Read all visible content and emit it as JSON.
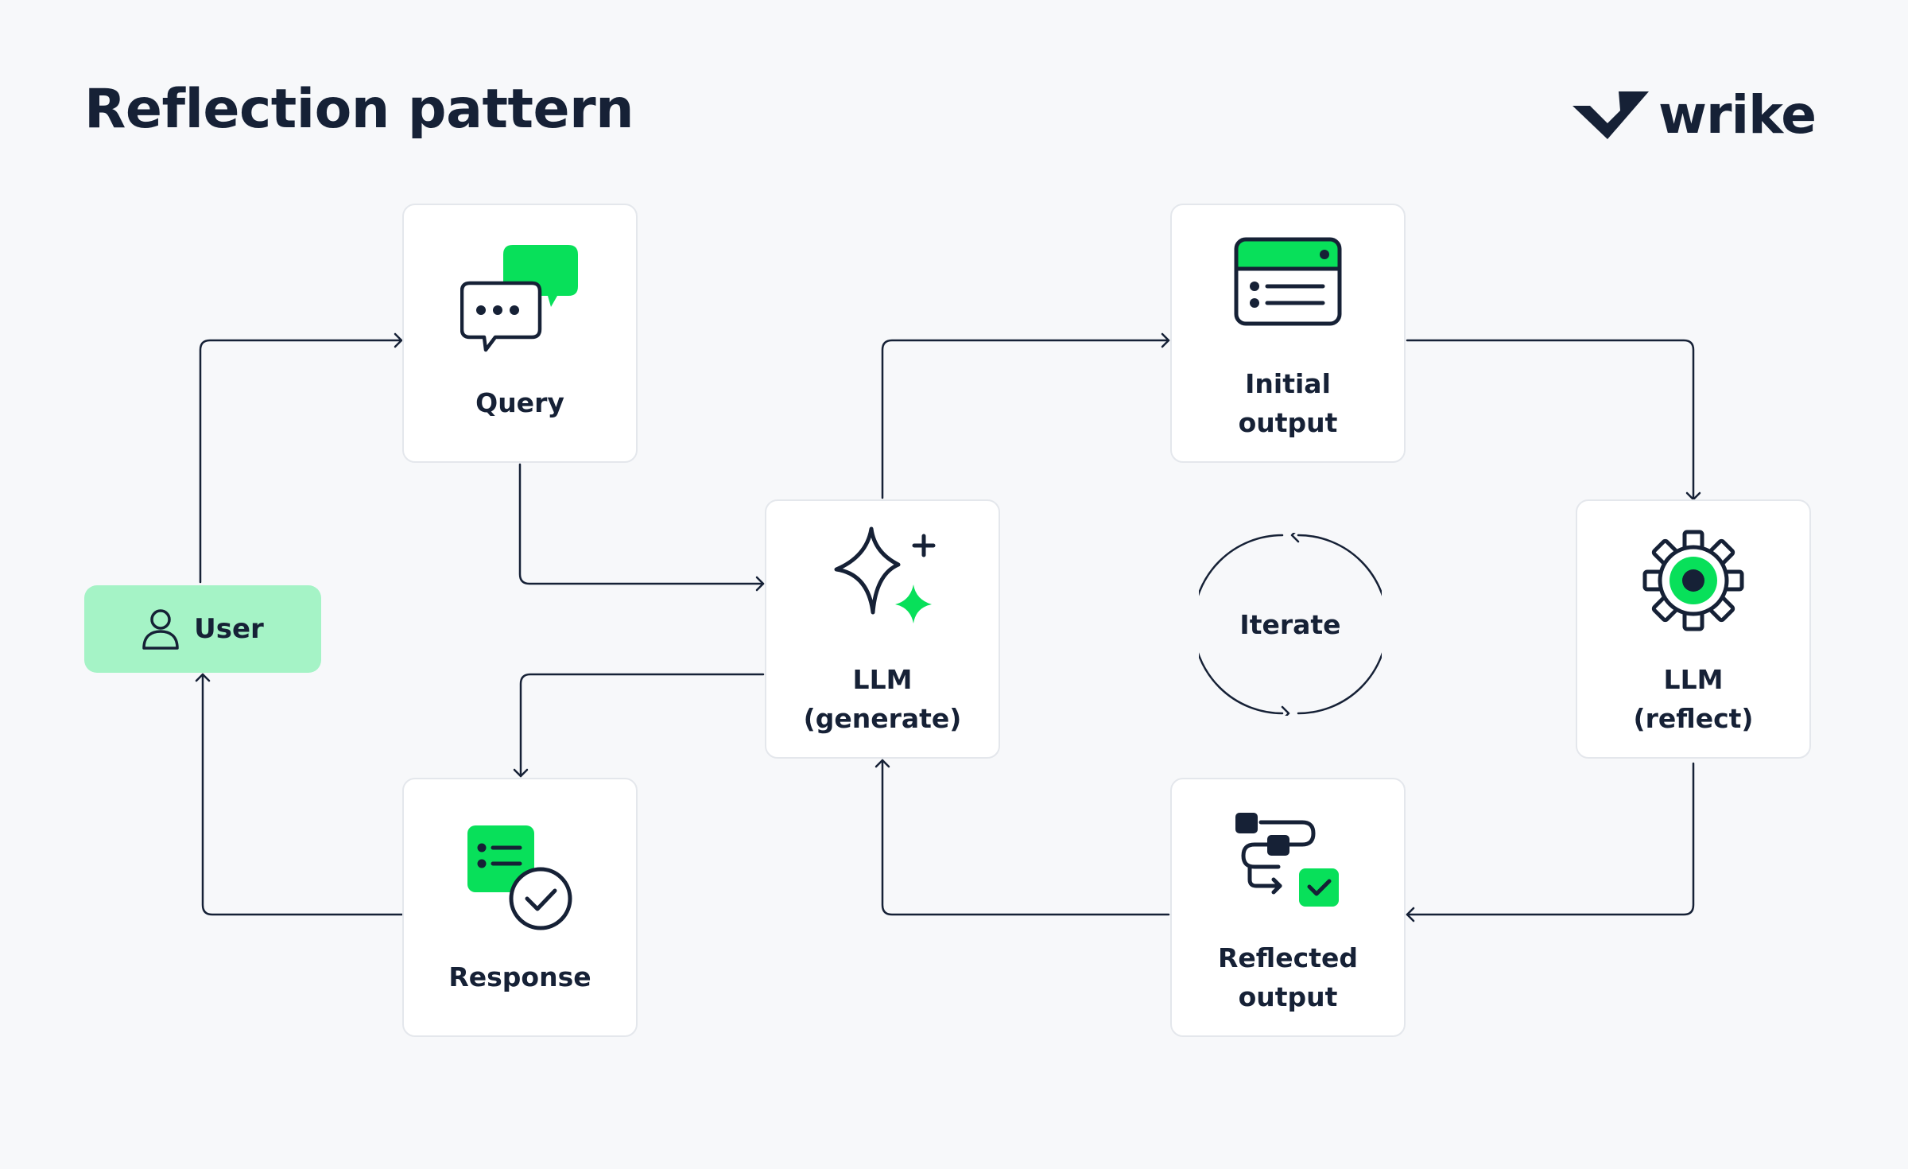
{
  "header": {
    "title": "Reflection pattern"
  },
  "logo": {
    "text": "wrike"
  },
  "nodes": {
    "user": "User",
    "query": "Query",
    "response": "Response",
    "llm_generate": "LLM\n(generate)",
    "initial_output": "Initial\noutput",
    "llm_reflect": "LLM\n(reflect)",
    "reflected_output": "Reflected\noutput"
  },
  "loop": {
    "label": "Iterate"
  },
  "colors": {
    "background": "#f7f8fa",
    "ink": "#162136",
    "accent_green": "#08e05a",
    "user_fill": "#a5f3c6",
    "card_border": "#e4e7ec"
  }
}
